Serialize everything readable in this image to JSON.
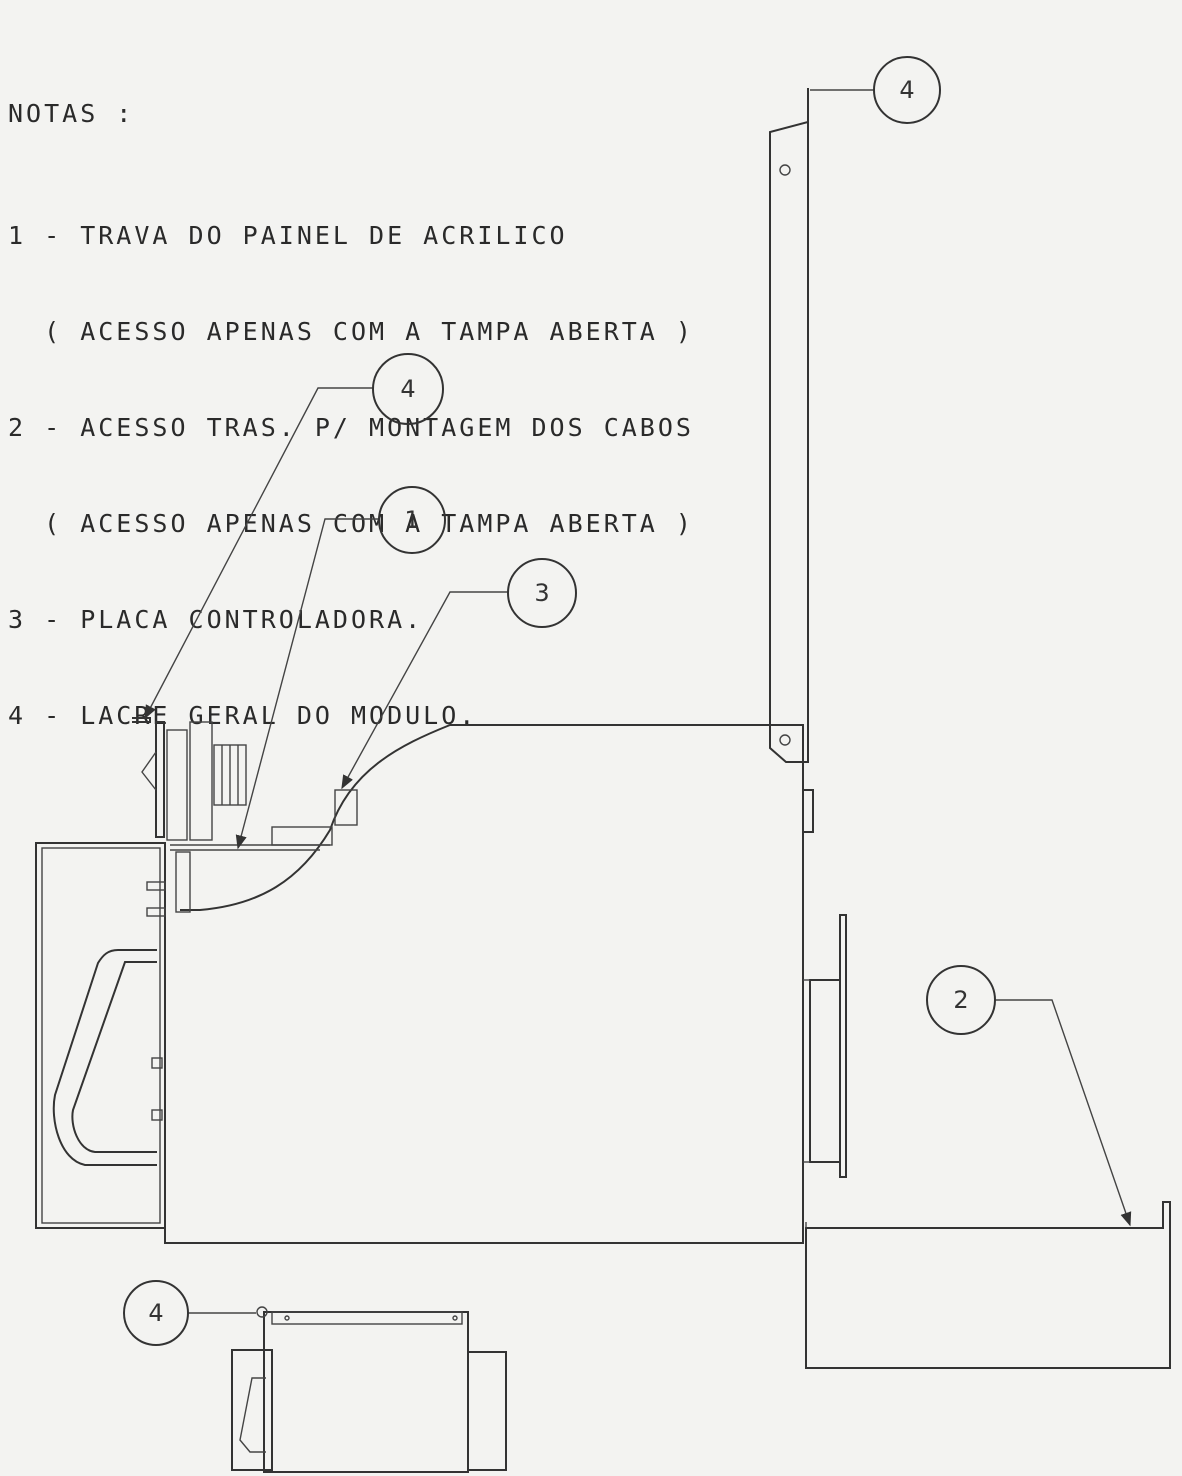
{
  "notes": {
    "title": "NOTAS :",
    "lines": [
      "1 - TRAVA DO PAINEL DE ACRILICO",
      "  ( ACESSO APENAS COM A TAMPA ABERTA )",
      "2 - ACESSO TRAS. P/ MONTAGEM DOS CABOS",
      "  ( ACESSO APENAS COM A TAMPA ABERTA )",
      "3 - PLACA CONTROLADORA.",
      "4 - LACRE GERAL DO MODULO."
    ]
  },
  "balloons": {
    "seal_top_right": "4",
    "seal_top_left": "4",
    "acrylic_lock": "1",
    "controller_board": "3",
    "rear_access": "2",
    "seal_bottom": "4"
  }
}
